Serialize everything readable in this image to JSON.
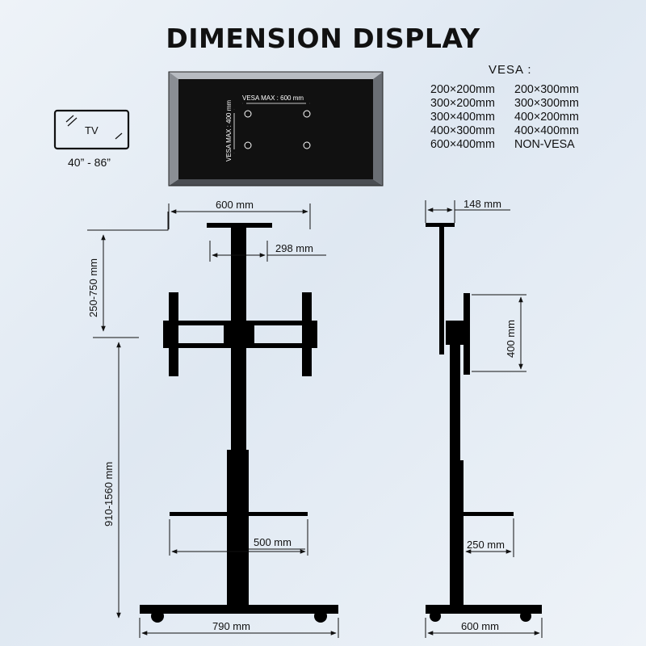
{
  "title": "DIMENSION DISPLAY",
  "tv_icon": {
    "label": "TV",
    "size_range": "40” - 86”"
  },
  "screen": {
    "vesa_max_horizontal": "VESA MAX : 600 mm",
    "vesa_max_vertical": "VESA MAX : 400 mm"
  },
  "vesa": {
    "heading": "VESA :",
    "sizes": [
      "200×200mm",
      "200×300mm",
      "300×200mm",
      "300×300mm",
      "300×400mm",
      "400×200mm",
      "400×300mm",
      "400×400mm",
      "600×400mm",
      "NON-VESA"
    ]
  },
  "dimensions": {
    "front_top_width": "600 mm",
    "front_pole_offset": "298 mm",
    "front_mount_height": "250-750 mm",
    "front_total_height": "910-1560 mm",
    "front_shelf_width": "500 mm",
    "front_base_width": "790 mm",
    "side_top_depth": "148 mm",
    "side_mount_height": "400 mm",
    "side_shelf_depth": "250 mm",
    "side_base_depth": "600 mm"
  }
}
